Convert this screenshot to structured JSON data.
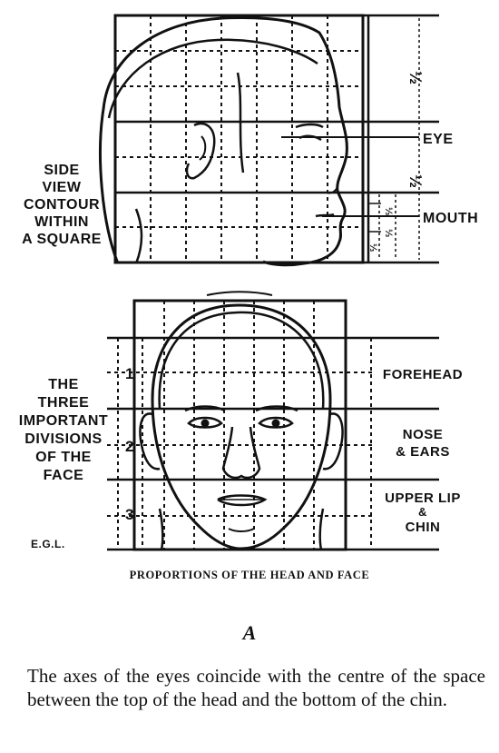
{
  "side_view": {
    "label_lines": [
      "SIDE",
      "VIEW",
      "CONTOUR",
      "WITHIN",
      "A SQUARE"
    ],
    "fraction_upper": "½",
    "fraction_lower": "½",
    "small_fraction_a": "⅓",
    "small_fraction_b": "⅓",
    "small_fraction_c": "⅓",
    "eye_label": "EYE",
    "mouth_label": "MOUTH"
  },
  "front_view": {
    "label_lines": [
      "THE",
      "THREE",
      "IMPORTANT",
      "DIVISIONS",
      "OF THE",
      "FACE"
    ],
    "divisions": [
      {
        "number": "1",
        "name_lines": [
          "FOREHEAD"
        ]
      },
      {
        "number": "2",
        "name_lines": [
          "NOSE",
          "& EARS"
        ]
      },
      {
        "number": "3",
        "name_lines": [
          "UPPER LIP",
          "&",
          "CHIN"
        ]
      }
    ],
    "signature": "E.G.L."
  },
  "caption": "PROPORTIONS OF THE HEAD AND FACE",
  "figure_letter": "A",
  "body_text": "The axes of the eyes coincide with the centre of the space between the top of the head and the bottom of the chin."
}
